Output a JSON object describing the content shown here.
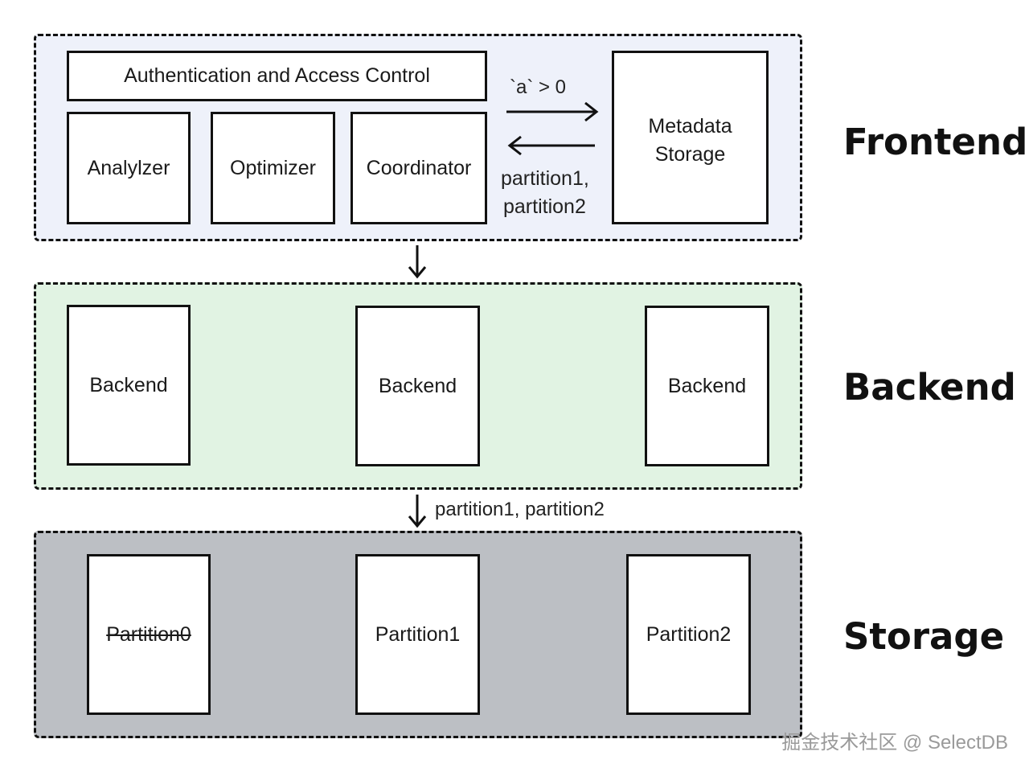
{
  "frontend": {
    "label": "Frontend",
    "auth": "Authentication and Access Control",
    "analyzer": "Analylzer",
    "optimizer": "Optimizer",
    "coordinator": "Coordinator",
    "metadata_line1": "Metadata",
    "metadata_line2": "Storage",
    "request_label": "`a` > 0",
    "response_line1": "partition1,",
    "response_line2": "partition2",
    "color": "#eef1fa"
  },
  "backend": {
    "label": "Backend",
    "nodes": [
      "Backend",
      "Backend",
      "Backend"
    ],
    "color": "#e1f3e3"
  },
  "storage_flow_label": "partition1, partition2",
  "storage": {
    "label": "Storage",
    "partitions": [
      "Partition0",
      "Partition1",
      "Partition2"
    ],
    "pruned_partition": "Partition0",
    "color": "#bcbfc4"
  },
  "watermark": "掘金技术社区 @ SelectDB"
}
